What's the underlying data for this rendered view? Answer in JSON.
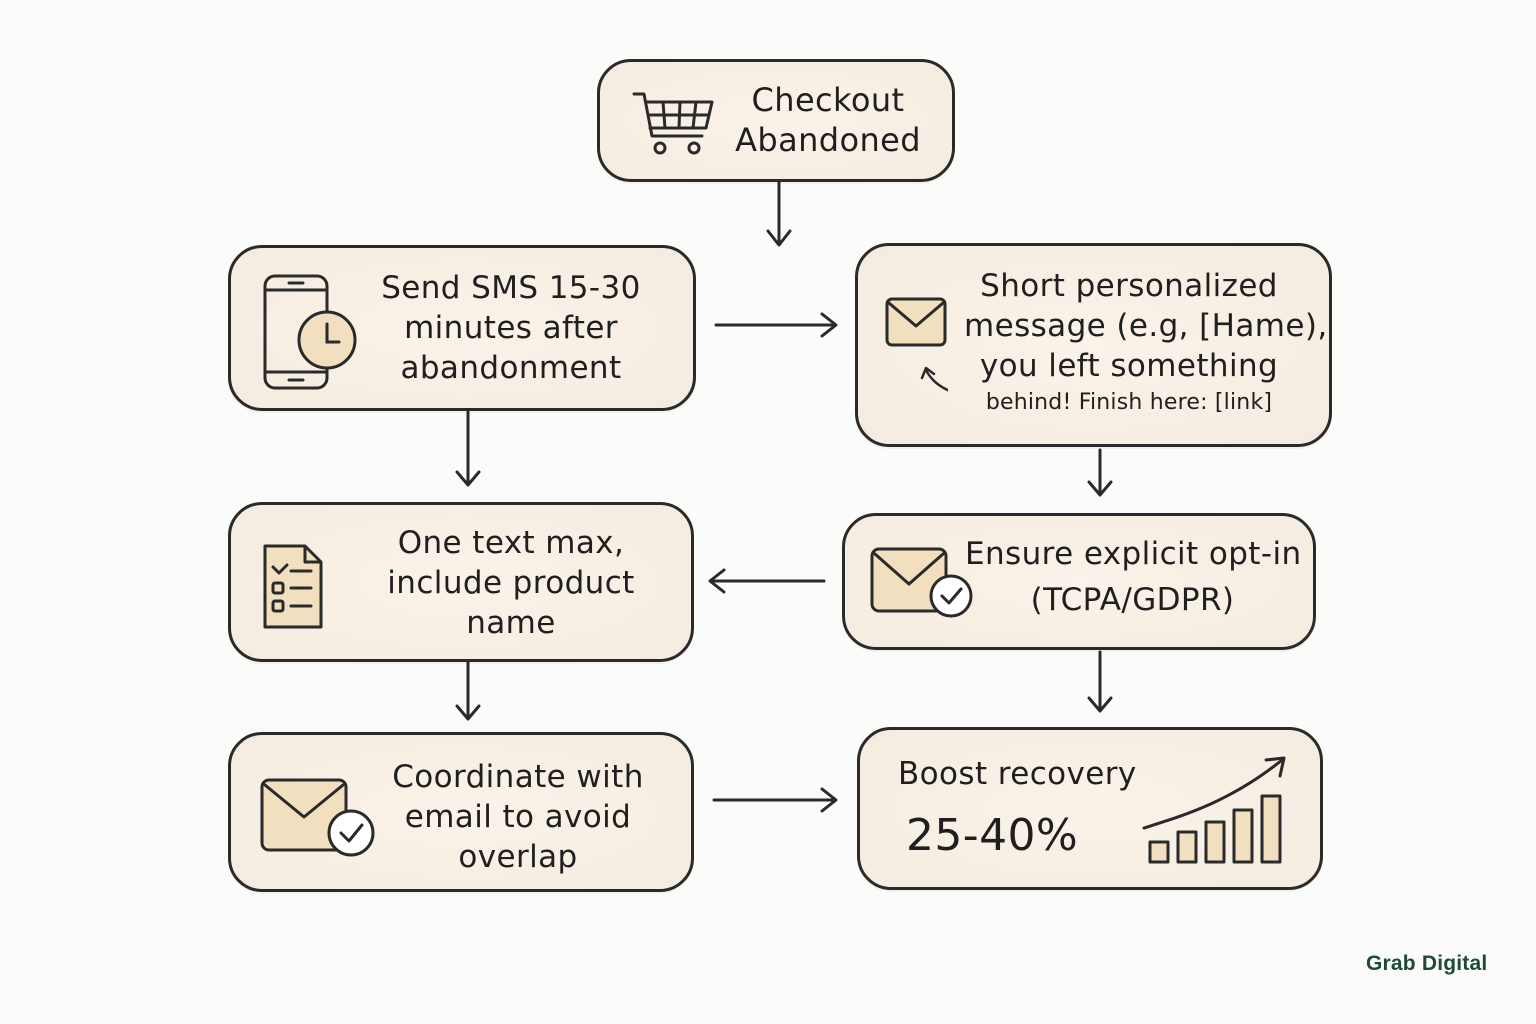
{
  "nodes": {
    "checkout": {
      "line1": "Checkout",
      "line2": "Abandoned",
      "icon": "shopping-cart-icon"
    },
    "send_sms": {
      "line1": "Send SMS 15-30",
      "line2": "minutes after",
      "line3": "abandonment",
      "icon": "phone-clock-icon"
    },
    "message": {
      "line1": "Short personalized",
      "line2": "message (e.g, [Hame),",
      "line3": "you left something",
      "line4": "behind! Finish here: [link]",
      "icon": "envelope-icon"
    },
    "one_text": {
      "line1": "One text max,",
      "line2": "include product",
      "line3": "name",
      "icon": "checklist-icon"
    },
    "opt_in": {
      "line1": "Ensure explicit opt-in",
      "line2": "(TCPA/GDPR)",
      "icon": "envelope-check-icon"
    },
    "coordinate": {
      "line1": "Coordinate with",
      "line2": "email to avoid",
      "line3": "overlap",
      "icon": "envelope-check-icon"
    },
    "boost": {
      "line1": "Boost recovery",
      "line2": "25-40%",
      "icon": "growth-chart-icon"
    }
  },
  "brand": "Grab Digital",
  "colors": {
    "stroke": "#2a2a2a",
    "fill": "#f7efe4",
    "icon_fill": "#f1dfbf",
    "brand": "#1f4a38"
  }
}
